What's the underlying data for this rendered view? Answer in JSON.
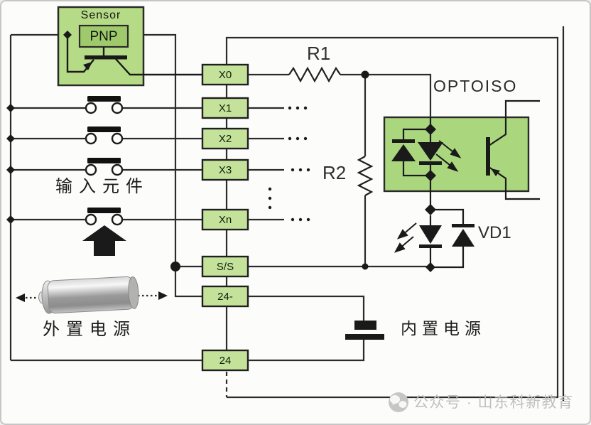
{
  "diagram": {
    "sensor": {
      "title": "Sensor",
      "type": "PNP"
    },
    "terminals": [
      "X0",
      "X1",
      "X2",
      "X3",
      "Xn",
      "S/S",
      "24-",
      "24"
    ],
    "resistors": {
      "r1": "R1",
      "r2": "R2"
    },
    "optocoupler_label": "OPTOISO",
    "diode_label": "VD1",
    "input_elements_label": "输入元件",
    "external_power_label": "外置电源",
    "internal_power_label": "内置电源"
  },
  "watermark": {
    "icon": "wechat-icon",
    "text": "公众号 · 山东科新教育"
  },
  "colors": {
    "terminal_green": "#c5e29b",
    "sensor_green": "#b6db86",
    "pnp_green": "#9fca6c",
    "opto_green": "#aad67e",
    "wire": "#2b2b2b",
    "watermark_gray": "#c0c0c0",
    "background": "#fcfcfb"
  }
}
